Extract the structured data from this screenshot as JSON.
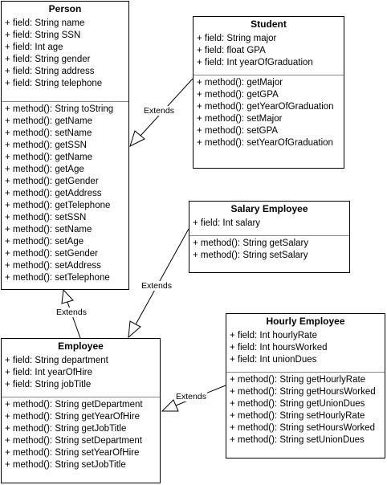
{
  "classes": {
    "person": {
      "name": "Person",
      "fields": [
        "+ field: String name",
        "+ field: String SSN",
        "+ field: Int age",
        "+ field: String gender",
        "+ field: String address",
        "+ field: String telephone"
      ],
      "methods": [
        "+ method(): String toString",
        "+ method(): getName",
        "+ method(): setName",
        "+ method(): getSSN",
        "+ method(): getName",
        "+ method(): getAge",
        "+ method(): getGender",
        "+ method(): getAddress",
        "+ method(): getTelephone",
        "+ method(): setSSN",
        "+ method(): setName",
        "+ method(): setAge",
        "+ method(): setGender",
        "+ method(): setAddress",
        "+ method(): setTelephone"
      ]
    },
    "student": {
      "name": "Student",
      "fields": [
        "+ field: String major",
        "+ field: float GPA",
        "+ field: Int yearOfGraduation"
      ],
      "methods": [
        "+ method(): getMajor",
        "+ method(): getGPA",
        "+ method(): getYearOfGraduation",
        "+ method(): setMajor",
        "+ method(): setGPA",
        "+ method(): setYearOfGraduation"
      ]
    },
    "salary_employee": {
      "name": "Salary Employee",
      "fields": [
        "+ field: Int salary"
      ],
      "methods": [
        "+ method(): String getSalary",
        "+ method(): String setSalary"
      ]
    },
    "employee": {
      "name": "Employee",
      "fields": [
        "+ field: String department",
        "+ field: Int yearOfHire",
        "+ field: String jobTitle"
      ],
      "methods": [
        "+ method(): String getDepartment",
        "+ method(): String getYearOfHire",
        "+ method(): String getJobTitle",
        "+ method(): String setDepartment",
        "+ method(): String setYearOfHire",
        "+ method(): String setJobTitle"
      ]
    },
    "hourly_employee": {
      "name": "Hourly Employee",
      "fields": [
        "+ field: Int hourlyRate",
        "+ field: Int hoursWorked",
        "+ field: Int unionDues"
      ],
      "methods": [
        "+ method(): String getHourlyRate",
        "+ method(): String getHoursWorked",
        "+ method(): String getUnionDues",
        "+ method(): String setHourlyRate",
        "+ method(): String setHoursWorked",
        "+ method(): String setUnionDues"
      ]
    }
  },
  "relations": [
    {
      "from": "Student",
      "to": "Person",
      "label": "Extends"
    },
    {
      "from": "Salary Employee",
      "to": "Employee",
      "label": "Extends"
    },
    {
      "from": "Employee",
      "to": "Person",
      "label": "Extends"
    },
    {
      "from": "Hourly Employee",
      "to": "Employee",
      "label": "Extends"
    }
  ]
}
